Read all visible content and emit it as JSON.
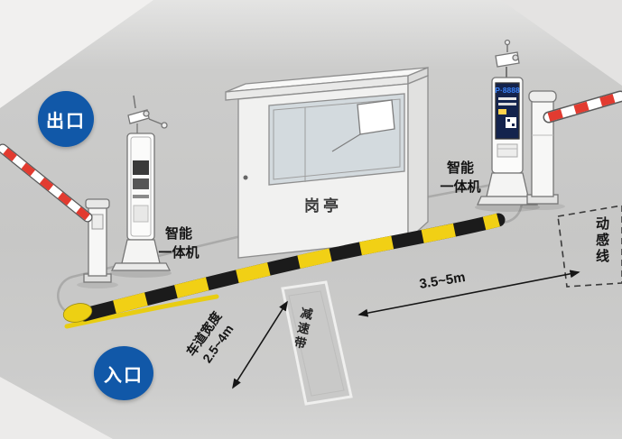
{
  "diagram": {
    "exit_badge": "出口",
    "entrance_badge": "入口",
    "booth": "岗亭",
    "left_machine": {
      "line1": "智能",
      "line2": "一体机"
    },
    "right_machine": {
      "line1": "智能",
      "line2": "一体机"
    },
    "speed_bump": "减速带",
    "distance_label": "3.5~5m",
    "lane_width": {
      "line1": "车道宽度",
      "line2": "2.5~4m"
    },
    "induction_area": "动感线",
    "machine_screen_text": "P·8888"
  },
  "colors": {
    "badge_blue": "#1158a8",
    "island_yellow": "#f1d015",
    "barrier_red": "#e23b30",
    "road_gray": "#c8c8c8",
    "screen_text_blue": "#3b82f6"
  }
}
